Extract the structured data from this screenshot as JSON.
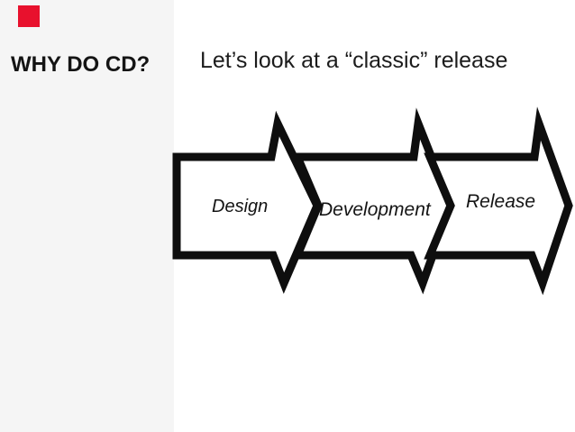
{
  "sidebar": {
    "title": "WHY DO CD?",
    "bg_color": "#f5f5f5",
    "accent_color": "#e8112d"
  },
  "main": {
    "title": "Let’s look at a “classic” release"
  },
  "diagram": {
    "type": "process-flow-chevrons",
    "direction": "left-to-right",
    "stroke_color": "#0e0e0e",
    "fill_color": "#ffffff",
    "stages": [
      {
        "label": "Design"
      },
      {
        "label": "Development"
      },
      {
        "label": "Release"
      }
    ]
  }
}
